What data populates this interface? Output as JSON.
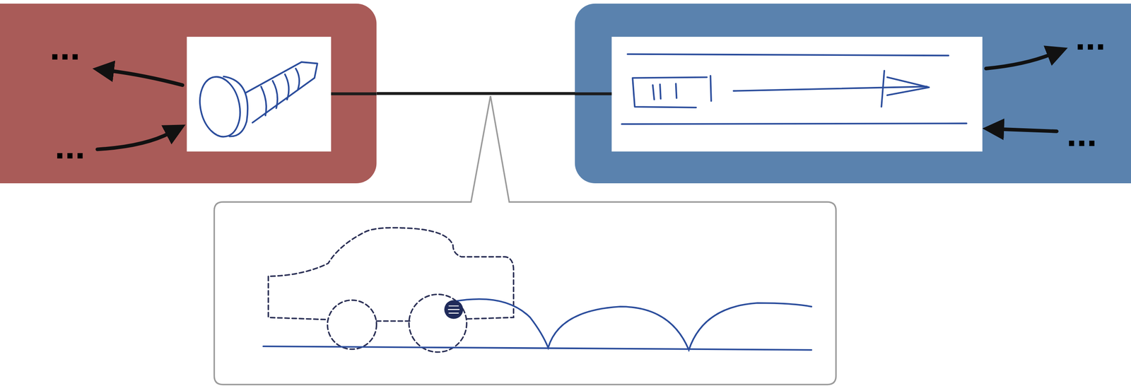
{
  "diagram": {
    "nodes": [
      {
        "text": [
          "...",
          "..."
        ]
      },
      {
        "text": [
          "...",
          "..."
        ]
      }
    ],
    "edges": [
      {
        "from": 0,
        "to": 1,
        "arrow": "none"
      }
    ]
  }
}
